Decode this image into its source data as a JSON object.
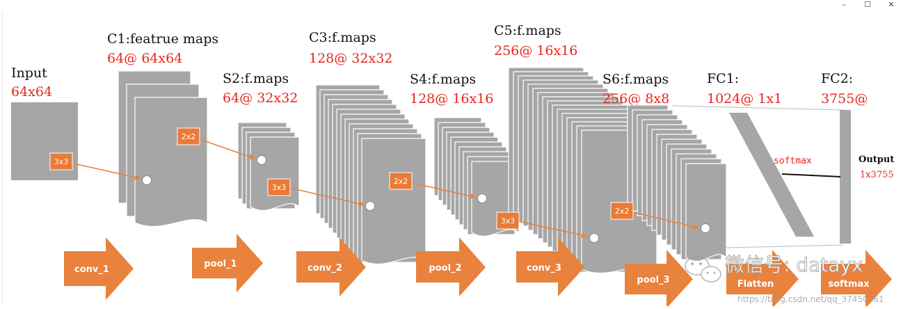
{
  "window": {
    "minimize_glyph": "–",
    "maximize_glyph": "☐",
    "close_glyph": "✕"
  },
  "layers": {
    "input": {
      "title": "Input",
      "size": "64x64"
    },
    "c1": {
      "title": "C1:featrue maps",
      "size": "64@ 64x64"
    },
    "s2": {
      "title": "S2:f.maps",
      "size": "64@ 32x32"
    },
    "c3": {
      "title": "C3:f.maps",
      "size": "128@ 32x32"
    },
    "s4": {
      "title": "S4:f.maps",
      "size": "128@ 16x16"
    },
    "c5": {
      "title": "C5:f.maps",
      "size": "256@ 16x16"
    },
    "s6": {
      "title": "S6:f.maps",
      "size": "256@ 8x8"
    },
    "fc1": {
      "title": "FC1:",
      "size": "1024@ 1x1"
    },
    "fc2": {
      "title": "FC2:",
      "size": "3755@"
    },
    "output": {
      "title": "Output",
      "size": "1x3755"
    }
  },
  "kernels": {
    "k1": "3x3",
    "k2": "2x2",
    "k3": "3x3",
    "k4": "2x2",
    "k5": "3x3",
    "k6": "2x2"
  },
  "operations": {
    "conv_1": "conv_1",
    "pool_1": "pool_1",
    "conv_2": "conv_2",
    "pool_2": "pool_2",
    "conv_3": "conv_3",
    "pool_3": "pool_3",
    "flatten": "Flatten",
    "softmax": "softmax"
  },
  "softmax_label": "softmax",
  "watermark": {
    "text": "微信号: datayx",
    "url": "https://blog.csdn.net/qq_37450561"
  },
  "colors": {
    "map_fill": "#a6a6a6",
    "map_stroke": "#ffffff",
    "accent_orange": "#e9823c",
    "kernel_orange": "#ea7a35",
    "red_text": "#e8251c"
  }
}
